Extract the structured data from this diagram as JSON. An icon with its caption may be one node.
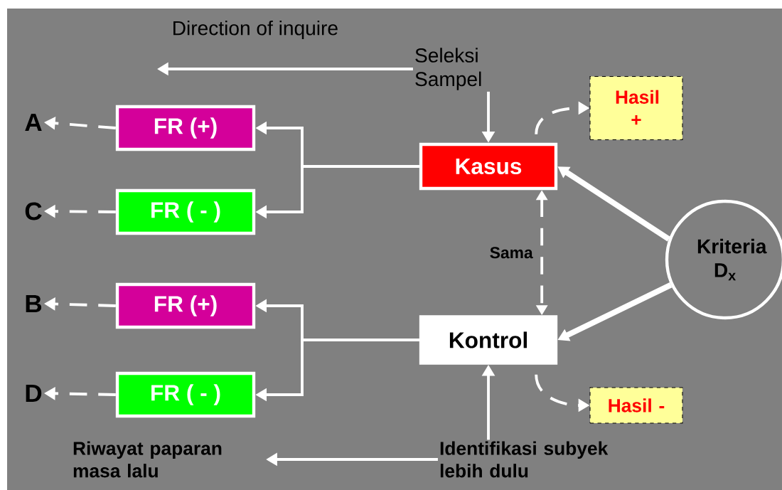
{
  "diagram": {
    "nodes": [
      {
        "text": [
          "Kasus"
        ]
      },
      {
        "text": [
          "Kontrol"
        ]
      },
      {
        "text": [
          "FR (+)"
        ]
      },
      {
        "text": [
          "FR ( - )"
        ]
      },
      {
        "text": [
          "FR (+)"
        ]
      },
      {
        "text": [
          "FR ( - )"
        ]
      },
      {
        "text": [
          "Hasil +"
        ]
      },
      {
        "text": [
          "Hasil -"
        ]
      },
      {
        "text": [
          "Kriteria D$_{x}$"
        ]
      },
      {
        "text": [
          "Seleksi Sampel"
        ]
      },
      {
        "text": [
          "Identifikasi subyek lebih dulu"
        ]
      },
      {
        "text": [
          "A"
        ]
      },
      {
        "text": [
          "C"
        ]
      },
      {
        "text": [
          "B"
        ]
      },
      {
        "text": [
          "D"
        ]
      },
      {
        "text": [
          "Riwayat paparan masa lalu"
        ]
      }
    ],
    "edges": [
      {
        "from": 0,
        "to": 2,
        "arrow": "to"
      },
      {
        "from": 0,
        "to": 3,
        "arrow": "to"
      },
      {
        "from": 1,
        "to": 4,
        "arrow": "to"
      },
      {
        "from": 1,
        "to": 5,
        "arrow": "to"
      },
      {
        "from": 2,
        "to": 11,
        "arrow": "to",
        "style": "dashed"
      },
      {
        "from": 3,
        "to": 12,
        "arrow": "to",
        "style": "dashed"
      },
      {
        "from": 4,
        "to": 13,
        "arrow": "to",
        "style": "dashed"
      },
      {
        "from": 5,
        "to": 14,
        "arrow": "to",
        "style": "dashed"
      },
      {
        "from": 9,
        "to": 0,
        "arrow": "to"
      },
      {
        "from": 10,
        "to": 1,
        "arrow": "to"
      },
      {
        "from": 9,
        "to": null,
        "arrow": "to",
        "label": "Direction of inquire"
      },
      {
        "from": 10,
        "to": 15,
        "arrow": "to"
      },
      {
        "from": 0,
        "to": 6,
        "arrow": "to",
        "style": "dashed"
      },
      {
        "from": 1,
        "to": 7,
        "arrow": "to",
        "style": "dashed"
      },
      {
        "from": 8,
        "to": 0,
        "arrow": "to",
        "style": "thick"
      },
      {
        "from": 8,
        "to": 1,
        "arrow": "to",
        "style": "thick"
      },
      {
        "from": 0,
        "to": 1,
        "arrow": "both",
        "style": "dashed",
        "label": "Sama"
      }
    ]
  }
}
